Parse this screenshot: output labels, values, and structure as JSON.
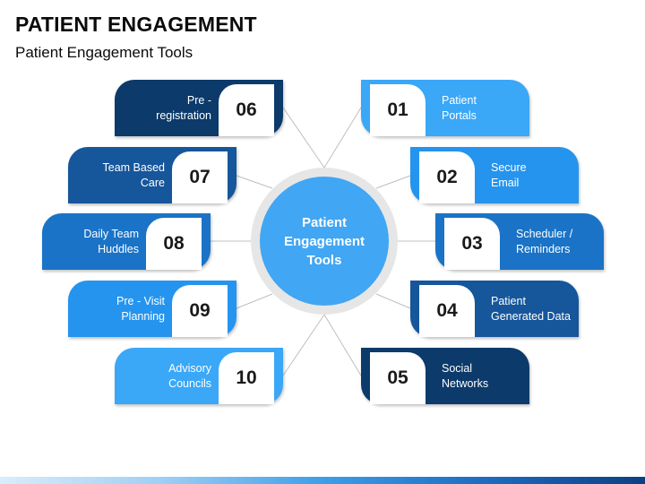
{
  "header": {
    "title": "PATIENT ENGAGEMENT",
    "subtitle": "Patient Engagement Tools"
  },
  "hub": {
    "label": "Patient\nEngagement\nTools"
  },
  "tools": [
    {
      "num": "01",
      "label": "Patient\nPortals",
      "color": "#3aa7f7"
    },
    {
      "num": "02",
      "label": "Secure\nEmail",
      "color": "#2594ee"
    },
    {
      "num": "03",
      "label": "Scheduler /\nReminders",
      "color": "#1a73c6"
    },
    {
      "num": "04",
      "label": "Patient\nGenerated Data",
      "color": "#16569b"
    },
    {
      "num": "05",
      "label": "Social\nNetworks",
      "color": "#0c3a6a"
    },
    {
      "num": "06",
      "label": "Pre -\nregistration",
      "color": "#0c3a6a"
    },
    {
      "num": "07",
      "label": "Team Based\nCare",
      "color": "#16569b"
    },
    {
      "num": "08",
      "label": "Daily Team\nHuddles",
      "color": "#1a73c6"
    },
    {
      "num": "09",
      "label": "Pre - Visit\nPlanning",
      "color": "#2594ee"
    },
    {
      "num": "10",
      "label": "Advisory\nCouncils",
      "color": "#3aa7f7"
    }
  ],
  "colors": {
    "hub": "#41a6f3",
    "ring": "#e6e6e6",
    "connector": "#bfbfbf"
  }
}
